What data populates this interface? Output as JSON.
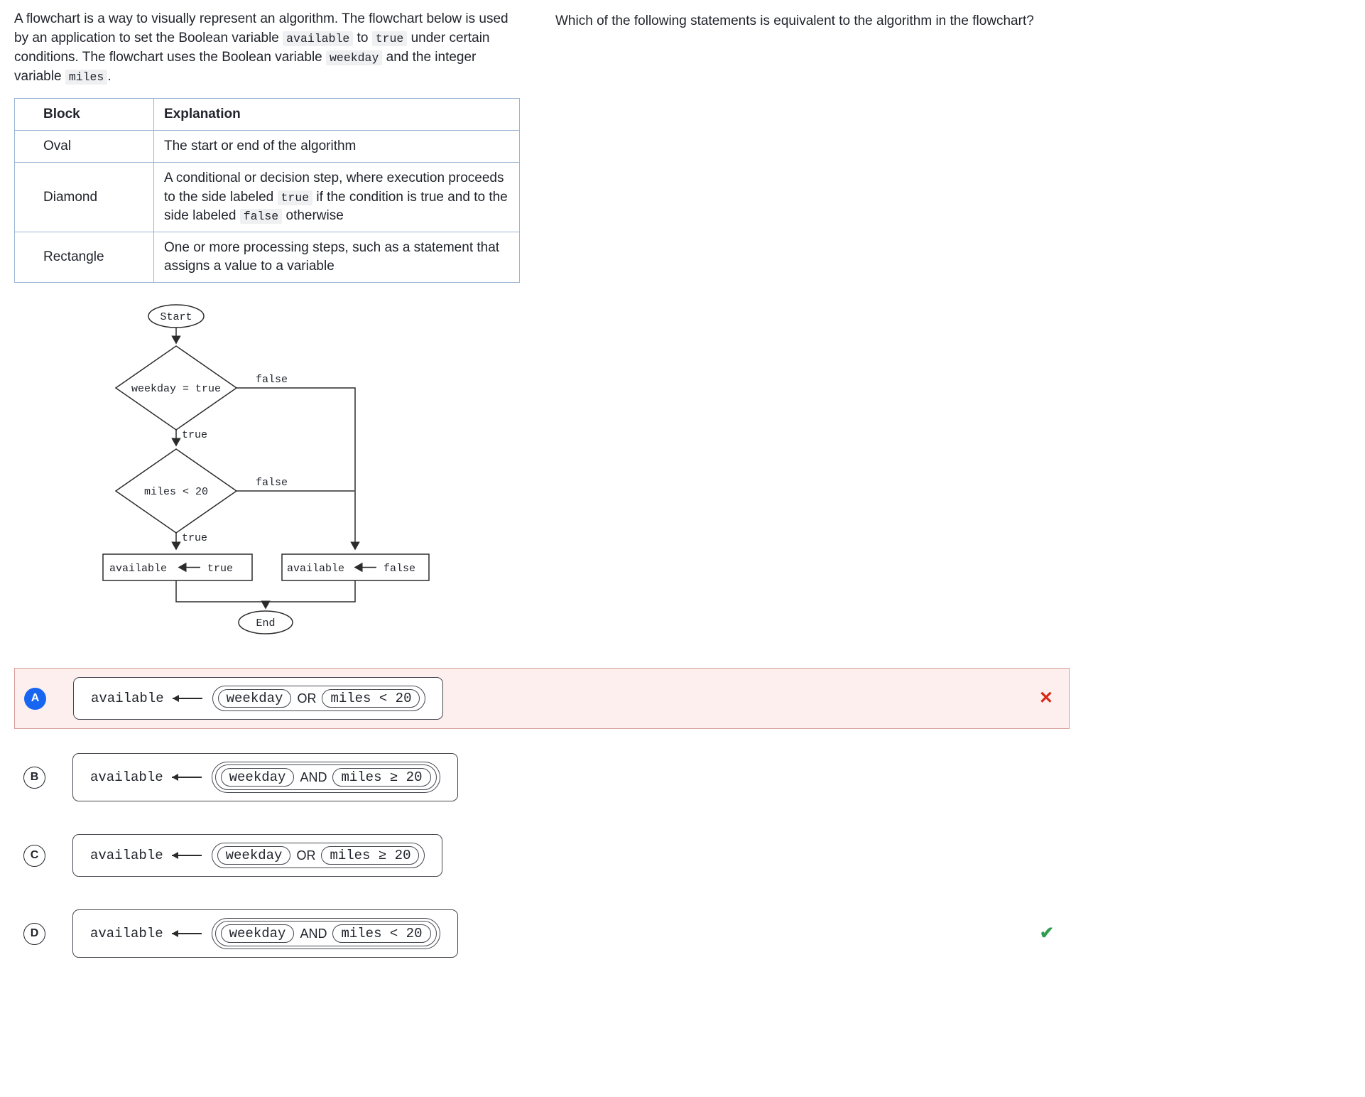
{
  "intro": {
    "seg1": "A flowchart is a way to visually represent an algorithm. The flowchart below is used by an application to set the Boolean variable ",
    "code1": "available",
    "seg2": " to ",
    "code2": "true",
    "seg3": " under certain conditions. The flowchart uses the Boolean variable ",
    "code3": "weekday",
    "seg4": " and the integer variable ",
    "code4": "miles",
    "seg5": "."
  },
  "question": "Which of the following statements is equivalent to the algorithm in the flowchart?",
  "table": {
    "header_block": "Block",
    "header_explanation": "Explanation",
    "row_oval": {
      "block": "Oval",
      "explanation": "The start or end of the algorithm"
    },
    "row_diamond": {
      "block": "Diamond",
      "seg1": "A conditional or decision step, where execution proceeds to the side labeled ",
      "code1": "true",
      "seg2": " if the condition is true and to the side labeled ",
      "code2": "false",
      "seg3": " otherwise"
    },
    "row_rectangle": {
      "block": "Rectangle",
      "explanation": "One or more processing steps, such as a statement that assigns a value to a variable"
    }
  },
  "flowchart": {
    "start": "Start",
    "end": "End",
    "decision1": "weekday = true",
    "decision2": "miles < 20",
    "label_true1": "true",
    "label_false1": "false",
    "label_true2": "true",
    "label_false2": "false",
    "assign_true_lhs": "available",
    "assign_true_rhs": "true",
    "assign_false_lhs": "available",
    "assign_false_rhs": "false"
  },
  "options": [
    {
      "letter": "A",
      "lhs": "available",
      "operand1": "weekday",
      "operator": "OR",
      "operand2": "miles < 20",
      "selected": true,
      "result": "incorrect"
    },
    {
      "letter": "B",
      "lhs": "available",
      "operand1": "weekday",
      "operator": "AND",
      "operand2": "miles ≥ 20",
      "selected": false,
      "result": ""
    },
    {
      "letter": "C",
      "lhs": "available",
      "operand1": "weekday",
      "operator": "OR",
      "operand2": "miles ≥ 20",
      "selected": false,
      "result": ""
    },
    {
      "letter": "D",
      "lhs": "available",
      "operand1": "weekday",
      "operator": "AND",
      "operand2": "miles < 20",
      "selected": false,
      "result": "correct"
    }
  ],
  "marks": {
    "incorrect": "✕",
    "correct": "✔"
  },
  "colors": {
    "selected_badge": "#1865f2",
    "incorrect": "#d92916",
    "correct": "#2f9e50",
    "selected_row_bg": "#fcefee",
    "table_border": "#9bb5d2"
  }
}
